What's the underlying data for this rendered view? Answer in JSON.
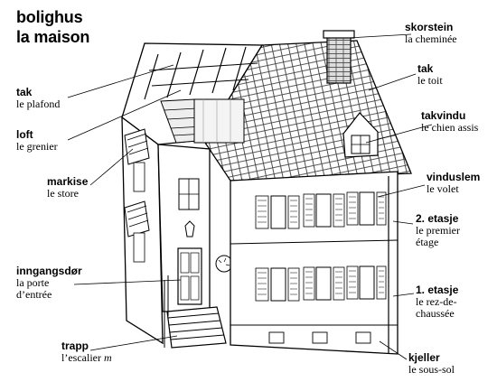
{
  "title": {
    "norwegian": "bolighus",
    "french": "la maison"
  },
  "labels": {
    "tak_plafond": {
      "no": "tak",
      "fr": "le plafond"
    },
    "loft": {
      "no": "loft",
      "fr": "le grenier"
    },
    "markise": {
      "no": "markise",
      "fr": "le store"
    },
    "inngangsdor": {
      "no": "inngangsdør",
      "fr1": "la porte",
      "fr2": "d’entrée"
    },
    "trapp": {
      "no": "trapp",
      "fr": "l’escalier",
      "fr_gender": "m"
    },
    "skorstein": {
      "no": "skorstein",
      "fr": "la cheminée"
    },
    "tak_toit": {
      "no": "tak",
      "fr": "le toit"
    },
    "takvindu": {
      "no": "takvindu",
      "fr": "le chien assis"
    },
    "vinduslem": {
      "no": "vinduslem",
      "fr": "le volet"
    },
    "etasje2": {
      "no": "2. etasje",
      "fr1": "le premier",
      "fr2": "étage"
    },
    "etasje1": {
      "no": "1. etasje",
      "fr1": "le rez-de-",
      "fr2": "chaussée"
    },
    "kjeller": {
      "no": "kjeller",
      "fr": "le sous-sol"
    }
  }
}
